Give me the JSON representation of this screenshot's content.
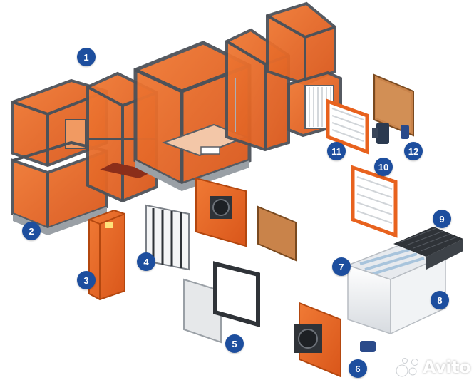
{
  "colors": {
    "accent": "#e8621e",
    "panel_fill": "#e8621e",
    "frame": "#5a5f66",
    "badge": "#1d4e9e",
    "watermark": "#ffffff"
  },
  "callouts": [
    {
      "label": "1"
    },
    {
      "label": "2"
    },
    {
      "label": "3"
    },
    {
      "label": "4"
    },
    {
      "label": "5"
    },
    {
      "label": "6"
    },
    {
      "label": "7"
    },
    {
      "label": "8"
    },
    {
      "label": "9"
    },
    {
      "label": "10"
    },
    {
      "label": "11"
    },
    {
      "label": "12"
    }
  ],
  "watermark": {
    "text": "Avito",
    "icon": "avito-dots-icon"
  }
}
